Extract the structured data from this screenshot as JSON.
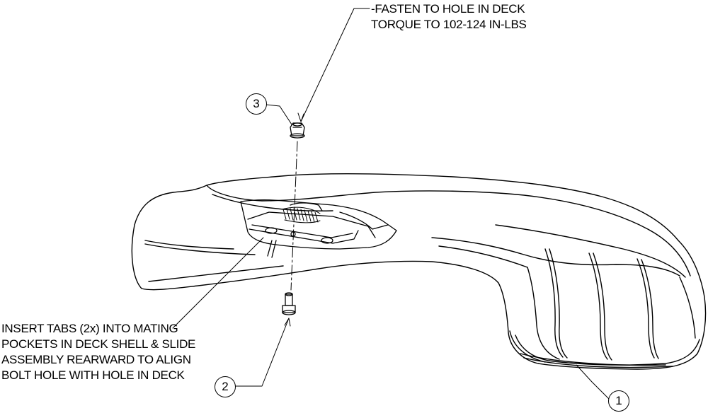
{
  "notes": {
    "fasten": [
      "-FASTEN TO HOLE IN DECK",
      "TORQUE TO 102-124 IN-LBS"
    ],
    "insert": [
      "INSERT TABS (2x) INTO MATING",
      "POCKETS IN DECK SHELL & SLIDE",
      "ASSEMBLY REARWARD TO ALIGN",
      "BOLT HOLE WITH HOLE IN DECK"
    ]
  },
  "callouts": {
    "c1": "1",
    "c2": "2",
    "c3": "3"
  },
  "colors": {
    "line": "#000000",
    "background": "#ffffff"
  }
}
